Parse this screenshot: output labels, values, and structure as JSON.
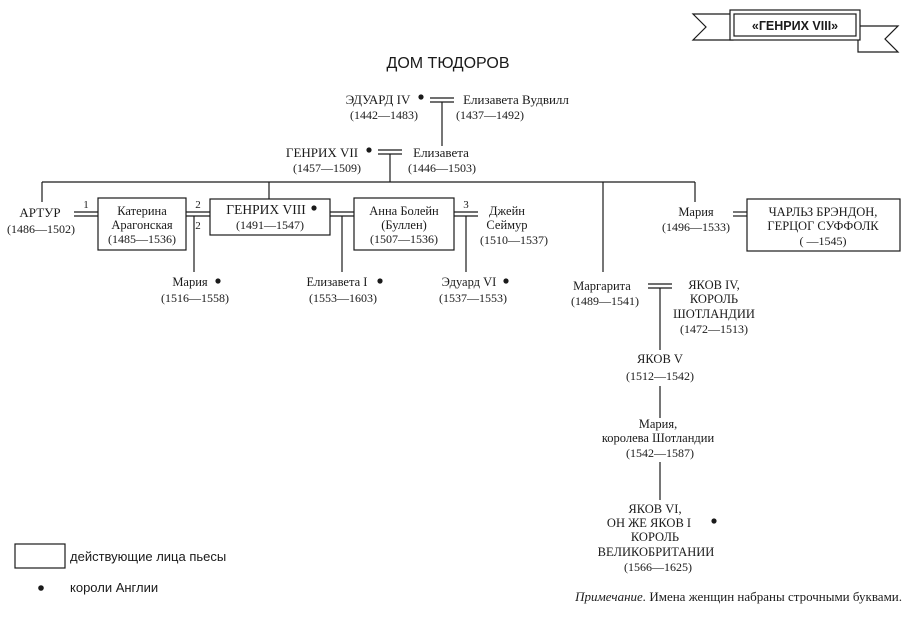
{
  "banner": "«ГЕНРИХ VIII»",
  "title": "ДОМ ТЮДОРОВ",
  "people": {
    "edward4": {
      "name": "ЭДУАРД IV",
      "dates": "(1442—1483)",
      "king": true
    },
    "elizabeth_woodville": {
      "name": "Елизавета Вудвилл",
      "dates": "(1437—1492)"
    },
    "henry7": {
      "name": "ГЕНРИХ VII",
      "dates": "(1457—1509)",
      "king": true
    },
    "elizabeth_york": {
      "name": "Елизавета",
      "dates": "(1446—1503)"
    },
    "arthur": {
      "name": "АРТУР",
      "dates": "(1486—1502)"
    },
    "catherine": {
      "lines": [
        "Катерина",
        "Арагонская"
      ],
      "dates": "(1485—1536)",
      "character": true
    },
    "henry8": {
      "name": "ГЕНРИХ VIII",
      "dates": "(1491—1547)",
      "king": true,
      "character": true
    },
    "anne_boleyn": {
      "lines": [
        "Анна Болейн",
        "(Буллен)"
      ],
      "dates": "(1507—1536)",
      "character": true
    },
    "jane_seymour": {
      "lines": [
        "Джейн",
        "Сеймур"
      ],
      "dates": "(1510—1537)"
    },
    "mary_tudor_queen": {
      "name": "Мария",
      "dates": "(1516—1558)",
      "king": true
    },
    "elizabeth1": {
      "name": "Елизавета I",
      "dates": "(1553—1603)",
      "king": true
    },
    "edward6": {
      "name": "Эдуард VI",
      "dates": "(1537—1553)",
      "king": true
    },
    "margaret": {
      "name": "Маргарита",
      "dates": "(1489—1541)"
    },
    "james4": {
      "lines": [
        "ЯКОВ IV,",
        "КОРОЛЬ",
        "ШОТЛАНДИИ"
      ],
      "dates": "(1472—1513)"
    },
    "mary_sister": {
      "name": "Мария",
      "dates": "(1496—1533)"
    },
    "brandon": {
      "lines": [
        "ЧАРЛЬЗ БРЭНДОН,",
        "ГЕРЦОГ СУФФОЛК"
      ],
      "dates": "( —1545)",
      "character": true
    },
    "james5": {
      "name": "ЯКОВ V",
      "dates": "(1512—1542)"
    },
    "mary_scots": {
      "lines": [
        "Мария,",
        "королева Шотландии"
      ],
      "dates": "(1542—1587)"
    },
    "james6": {
      "lines": [
        "ЯКОВ VI,",
        "ОН ЖЕ ЯКОВ I",
        "КОРОЛЬ",
        "ВЕЛИКОБРИТАНИИ"
      ],
      "dates": "(1566—1625)",
      "king": true
    }
  },
  "marriage_numbers": [
    "1",
    "2",
    "2",
    "3"
  ],
  "legend": {
    "characters": "действующие лица пьесы",
    "kings": "короли Англии"
  },
  "note": {
    "label": "Примечание.",
    "text": " Имена женщин набраны строчными буквами."
  },
  "colors": {
    "ink": "#1a1a1a",
    "background": "#ffffff"
  }
}
